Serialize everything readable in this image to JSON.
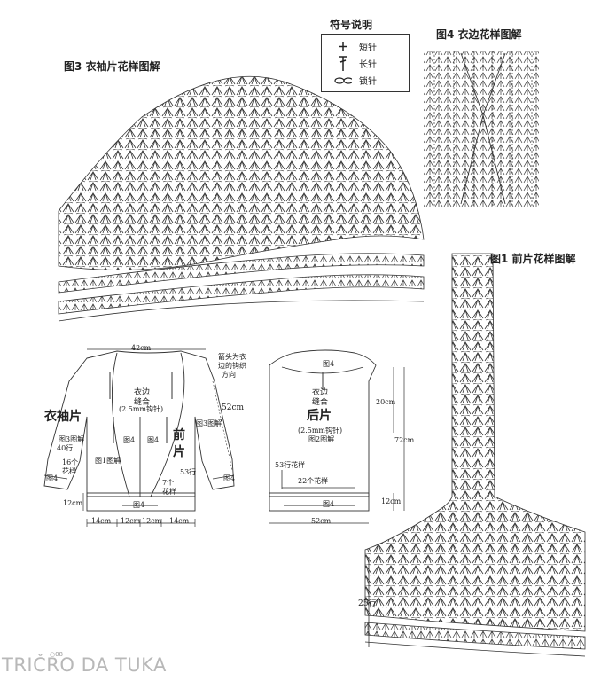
{
  "legend": {
    "title": "符号说明",
    "items": [
      {
        "symbol": "cross",
        "label": "短针"
      },
      {
        "symbol": "long-stitch",
        "label": "长针"
      },
      {
        "symbol": "chain",
        "label": "锁针"
      }
    ]
  },
  "figures": {
    "fig3_title": "图3 衣袖片花样图解",
    "fig4_title": "图4 衣边花样图解",
    "fig1_title": "图1 前片花样图解"
  },
  "fig1_rows_label": "25行",
  "schematic_front": {
    "top_width": "42cm",
    "arrow_note": [
      "箭头为衣",
      "边的钩织",
      "方向"
    ],
    "border_note": [
      "衣边",
      "缝合",
      "(2.5mm钩针)"
    ],
    "sleeve_length": "52cm",
    "sleeve_label": "衣袖片",
    "sleeve_pattern": [
      "图3图解",
      "40行"
    ],
    "sleeve_repeats": [
      "16个",
      "花样"
    ],
    "cuff_label": "图4",
    "sleeve_chart_ref": "图3图解",
    "left_border_ref": "图4",
    "right_border_ref": "图4",
    "front_label": "前",
    "front_label2": "片",
    "front_chart_ref": "图1图解",
    "rows_53": "53行",
    "patterns_7": [
      "7个",
      "花样"
    ],
    "bottom_ref": "图4",
    "hem_height": "12cm",
    "bottom_widths": [
      "14cm",
      "12cm",
      "12cm",
      "14cm"
    ],
    "side_sleeve_ref": "图4"
  },
  "schematic_back": {
    "collar_ref": "图4",
    "border_note": [
      "衣边",
      "缝合"
    ],
    "title": "后片",
    "hook_note": "(2.5mm钩针)",
    "chart_ref": "图2图解",
    "rows_53": "53行花样",
    "patterns_22": "22个花样",
    "bottom_ref": "图4",
    "height_20": "20cm",
    "height_72": "72cm",
    "hem_height": "12cm",
    "bottom_width": "52cm"
  },
  "watermark": {
    "text": "TRIČRO DA TUKA",
    "small": "○08"
  }
}
